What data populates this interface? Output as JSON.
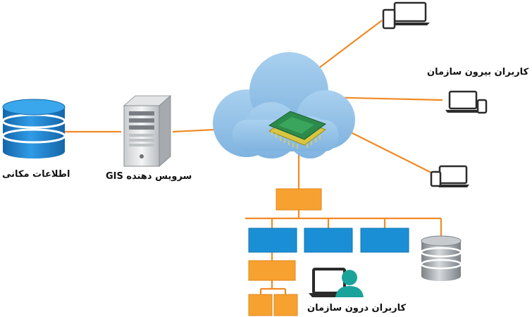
{
  "labels": {
    "spatial_data": "اطلاعات مکانی",
    "gis_server": "سرویس دهنده GIS",
    "external_users": "کاربران بیرون سازمان",
    "internal_users": "کاربران درون سازمان"
  },
  "colors": {
    "connector": "#f08a24",
    "cloud": "#8cbde6",
    "orange_node": "#f7a130",
    "blue_node": "#1b8fd6",
    "db_blue": "#1f8ad3",
    "db_gray": "#9fa4a8",
    "user_teal": "#1aa39a",
    "device_dark": "#2b2b2b"
  },
  "icons": {
    "database": "database-icon",
    "server": "server-tower-icon",
    "cloud": "cloud-icon",
    "chip": "circuit-board-icon",
    "laptop_phone": "laptop-phone-icon",
    "user_monitor": "user-monitor-icon"
  }
}
